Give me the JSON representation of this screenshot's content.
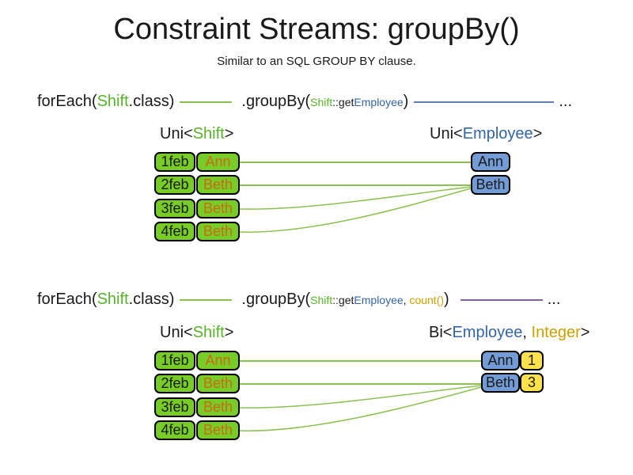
{
  "title": "Constraint Streams: groupBy()",
  "subtitle": "Similar to an SQL GROUP BY clause.",
  "colors": {
    "text": "#1a1a1a",
    "green_box": "#78CC28",
    "blue_box": "#739CD6",
    "yellow_box": "#FFE14B",
    "orange_text": "#CC6914",
    "green_text": "#58B32A",
    "blue_text": "#3465A4",
    "gold_text": "#CDA000",
    "line_green": "#8CC152",
    "line_blue": "#5E7FB0",
    "line_purple": "#8064A2"
  },
  "code_lines": [
    {
      "foreach_open": "forEach(",
      "class_name": "Shift",
      "class_close": ".class)",
      "groupby_open": ".groupBy(",
      "ref_class": "Shift",
      "ref_method": "::get",
      "ref_type": "Employee",
      "close_paren": ")",
      "ellipsis": "..."
    },
    {
      "foreach_open": "forEach(",
      "class_name": "Shift",
      "class_close": ".class)",
      "groupby_open": ".groupBy(",
      "ref_class": "Shift",
      "ref_method": "::get",
      "ref_type": "Employee",
      "comma": ", ",
      "aggregator": "count()",
      "close_paren": ")",
      "ellipsis": "..."
    }
  ],
  "diagrams": [
    {
      "left_label": {
        "prefix": "Uni<",
        "type1": "Shift",
        "suffix": ">"
      },
      "right_label": {
        "prefix": "Uni<",
        "type1": "Employee",
        "suffix": ">"
      },
      "left_rows": [
        {
          "date": "1feb",
          "name": "Ann"
        },
        {
          "date": "2feb",
          "name": "Beth"
        },
        {
          "date": "3feb",
          "name": "Beth"
        },
        {
          "date": "4feb",
          "name": "Beth"
        }
      ],
      "right_rows": [
        {
          "name": "Ann"
        },
        {
          "name": "Beth"
        }
      ]
    },
    {
      "left_label": {
        "prefix": "Uni<",
        "type1": "Shift",
        "suffix": ">"
      },
      "right_label": {
        "prefix": "Bi<",
        "type1": "Employee",
        "comma": ", ",
        "type2": "Integer",
        "suffix": ">"
      },
      "left_rows": [
        {
          "date": "1feb",
          "name": "Ann"
        },
        {
          "date": "2feb",
          "name": "Beth"
        },
        {
          "date": "3feb",
          "name": "Beth"
        },
        {
          "date": "4feb",
          "name": "Beth"
        }
      ],
      "right_rows": [
        {
          "name": "Ann",
          "count": "1"
        },
        {
          "name": "Beth",
          "count": "3"
        }
      ]
    }
  ]
}
